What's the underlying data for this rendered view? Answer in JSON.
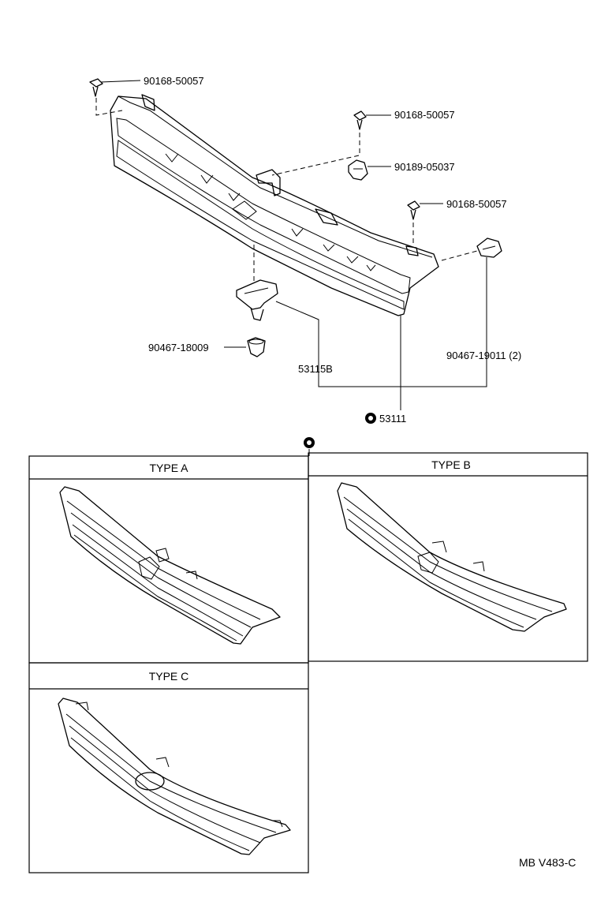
{
  "labels": {
    "p1": "90168-50057",
    "p2": "90168-50057",
    "p3": "90189-05037",
    "p4": "90168-50057",
    "p5": "90467-18009",
    "p6": "53115B",
    "p7": "90467-19011 (2)",
    "p8": "53111"
  },
  "types": {
    "a": "TYPE A",
    "b": "TYPE B",
    "c": "TYPE C"
  },
  "footer": {
    "code": "MB  V483-C"
  },
  "icons": {
    "part_symbol": "target-circle-icon"
  }
}
